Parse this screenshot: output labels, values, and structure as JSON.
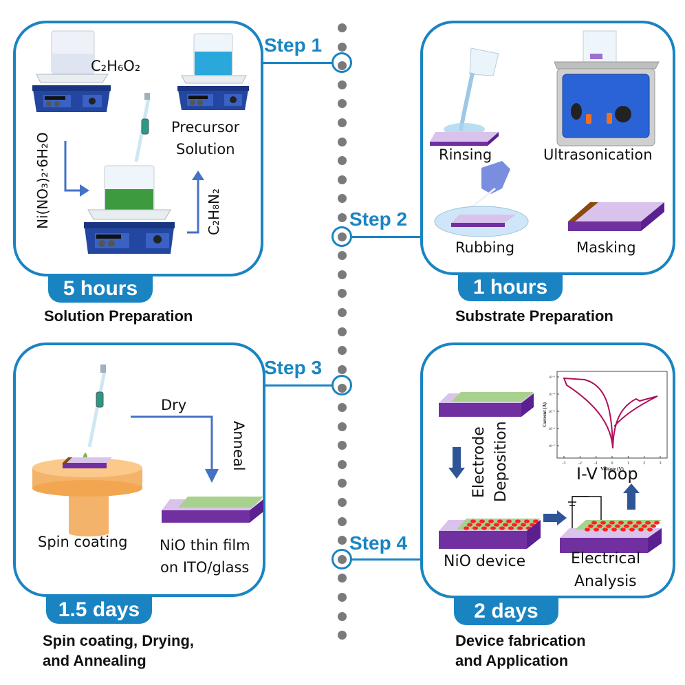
{
  "timeline": {
    "steps": [
      {
        "label": "Step 1"
      },
      {
        "label": "Step 2"
      },
      {
        "label": "Step 3"
      },
      {
        "label": "Step 4"
      }
    ]
  },
  "panels": {
    "solution": {
      "duration": "5 hours",
      "title": "Solution Preparation",
      "labels": {
        "ethylene_glycol": "C₂H₆O₂",
        "precursor_line1": "Precursor",
        "precursor_line2": "Solution",
        "nickel_nitrate": "Ni(NO₃)₂·6H₂O",
        "ethylenediamine": "C₂H₈N₂"
      }
    },
    "substrate": {
      "duration": "1 hours",
      "title": "Substrate Preparation",
      "labels": {
        "rinsing": "Rinsing",
        "ultrasonication": "Ultrasonication",
        "rubbing": "Rubbing",
        "masking": "Masking"
      }
    },
    "coating": {
      "duration": "1.5 days",
      "title_line1": "Spin coating, Drying,",
      "title_line2": "and Annealing",
      "labels": {
        "dry": "Dry",
        "anneal": "Anneal",
        "spin_coating": "Spin coating",
        "film_line1": "NiO thin film",
        "film_line2": "on ITO/glass"
      }
    },
    "device": {
      "duration": "2 days",
      "title_line1": "Device fabrication",
      "title_line2": "and Application",
      "labels": {
        "electrode_line1": "Electrode",
        "electrode_line2": "Deposition",
        "iv_loop": "I-V loop",
        "nio_device": "NiO device",
        "electrical_line1": "Electrical",
        "electrical_line2": "Analysis"
      },
      "iv_plot": {
        "xlabel": "Voltage (V)",
        "ylabel": "Current (A)",
        "xticks": [
          "-3",
          "-2",
          "-1",
          "0",
          "1",
          "2",
          "3"
        ],
        "yticks": [
          "10⁻³",
          "10⁻⁴",
          "10⁻⁵",
          "10⁻⁶",
          "10⁻⁷"
        ]
      }
    }
  },
  "colors": {
    "accent": "#1a84c2",
    "timeline_dot": "#7a7a7a",
    "substrate_purple": "#7030a0",
    "substrate_top": "#d9c3ec",
    "film_green": "#a9d18e",
    "electrode_red": "#ff2020",
    "iv_curve": "#b0105a"
  }
}
